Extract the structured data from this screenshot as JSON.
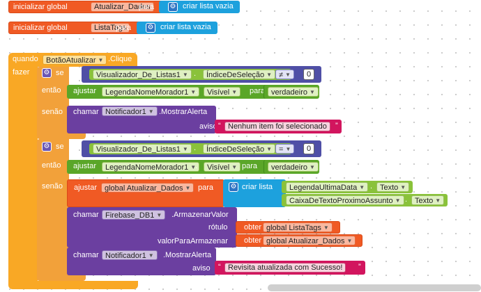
{
  "vars": [
    {
      "keyword": "inicializar global",
      "name": "Atualizar_Dados",
      "to": "para",
      "value": "criar lista vazia"
    },
    {
      "keyword": "inicializar global",
      "name": "ListaTags",
      "to": "para",
      "value": "criar lista vazia"
    }
  ],
  "event": {
    "when": "quando",
    "component": "BotãoAtualizar",
    "event": ".Clique",
    "do": "fazer"
  },
  "if1": {
    "if": "se",
    "list_component": "Visualizador_De_Listas1",
    "list_prop": "ÍndiceDeSeleção",
    "op": "≠",
    "number": "0",
    "then": "então",
    "set": "ajustar",
    "label_component": "LegendaNomeMorador1",
    "label_prop": "Visível",
    "to": "para",
    "bool": "verdadeiro",
    "else": "senão",
    "call": "chamar",
    "notifier": "Notificador1",
    "method": ".MostrarAlerta",
    "param": "aviso",
    "message": "Nenhum item foi selecionado"
  },
  "if2": {
    "if": "se",
    "list_component": "Visualizador_De_Listas1",
    "list_prop": "ÍndiceDeSeleção",
    "op": "=",
    "number": "0",
    "then": "então",
    "set": "ajustar",
    "label_component": "LegendaNomeMorador1",
    "label_prop": "Visível",
    "to": "para",
    "bool": "verdadeiro",
    "else": "senão",
    "set2_var": "global Atualizar_Dados",
    "make_list": "criar lista",
    "item1_component": "LegendaUltimaData",
    "item1_prop": "Texto",
    "item2_component": "CaixaDeTextoProximoAssunto",
    "item2_prop": "Texto",
    "call": "chamar",
    "db": "Firebase_DB1",
    "db_method": ".ArmazenarValor",
    "tag_label": "rótulo",
    "get": "obter",
    "tag_var": "global ListaTags",
    "value_label": "valorParaArmazenar",
    "value_var": "global Atualizar_Dados",
    "notifier": "Notificador1",
    "method": ".MostrarAlerta",
    "param": "aviso",
    "message": "Revisita atualizada com Sucesso!"
  },
  "colors": {
    "variables": "#f05a24",
    "lists": "#1da1dd",
    "control": "#f9a825",
    "components_get": "#8ac23a",
    "components_set": "#5aa628",
    "components_call": "#6b3fa0",
    "math": "#4f4fa6",
    "text": "#d2155e"
  }
}
